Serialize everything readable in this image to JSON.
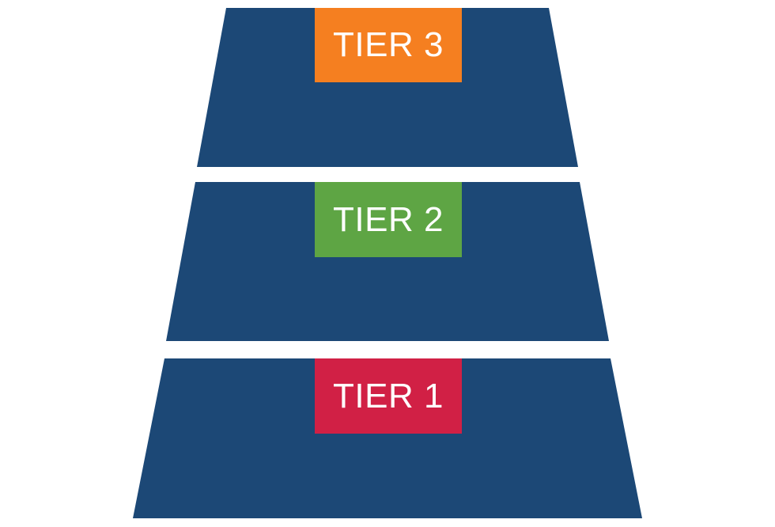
{
  "diagram": {
    "band_color": "#1c4876",
    "tiers": [
      {
        "label": "TIER 3",
        "color": "#f57f20"
      },
      {
        "label": "TIER 2",
        "color": "#5ea544"
      },
      {
        "label": "TIER 1",
        "color": "#d12045"
      }
    ]
  }
}
